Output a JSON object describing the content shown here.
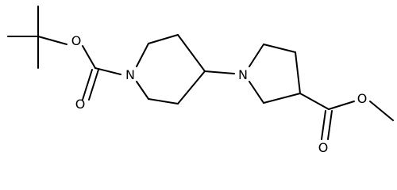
{
  "molecule": {
    "atoms": {
      "o_boc_ether": "O",
      "o_boc_carbonyl": "O",
      "n_piperidine": "N",
      "n_pyrrolidine": "N",
      "o_ester_ether": "O",
      "o_ester_carbonyl": "O"
    }
  }
}
